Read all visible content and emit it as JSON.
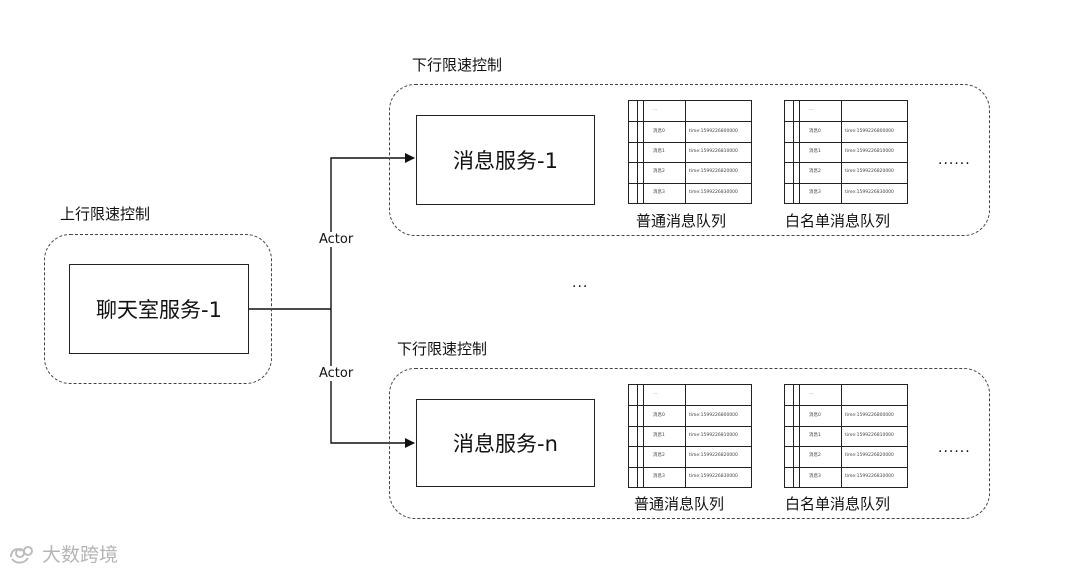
{
  "upstream_group": {
    "label": "上行限速控制",
    "service_label": "聊天室服务-1"
  },
  "connectors": {
    "actor_top": "Actor",
    "actor_bottom": "Actor",
    "between_groups": "..."
  },
  "downstream_groups": [
    {
      "label": "下行限速控制",
      "service_label": "消息服务-1",
      "normal_queue_label": "普通消息队列",
      "whitelist_queue_label": "白名单消息队列",
      "more_dots": "......"
    },
    {
      "label": "下行限速控制",
      "service_label": "消息服务-n",
      "normal_queue_label": "普通消息队列",
      "whitelist_queue_label": "白名单消息队列",
      "more_dots": "......"
    }
  ],
  "queue_table": {
    "header": "...",
    "rows": [
      [
        "消息0",
        "time:1599226800000"
      ],
      [
        "消息1",
        "time:1599226810000"
      ],
      [
        "消息2",
        "time:1599226820000"
      ],
      [
        "消息3",
        "time:1599226830000"
      ]
    ]
  },
  "watermark": {
    "text": "大数跨境"
  }
}
